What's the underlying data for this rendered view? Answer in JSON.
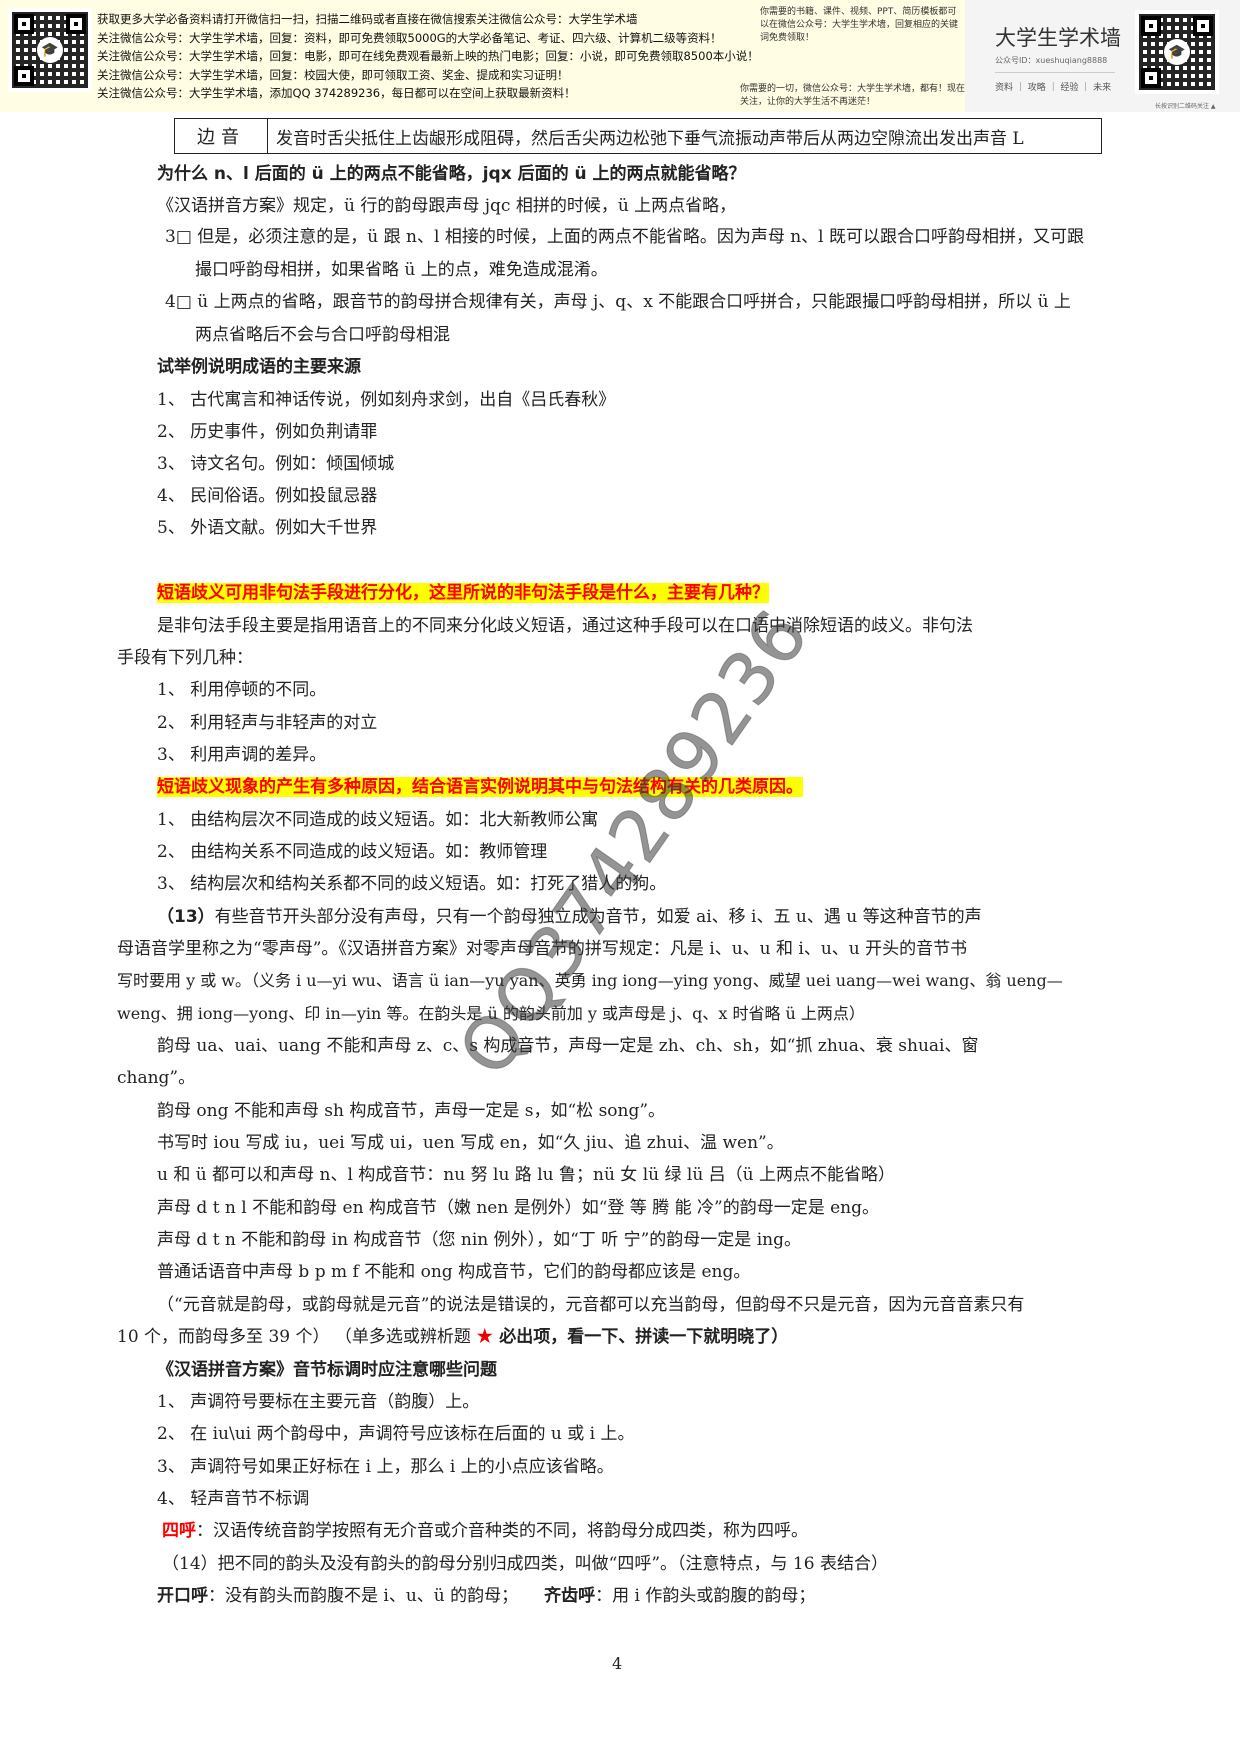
{
  "banner": {
    "lines": [
      "获取更多大学必备资料请打开微信扫一扫，扫描二维码或者直接在微信搜索关注微信公众号：大学生学术墙",
      "关注微信公众号：大学生学术墙，回复：资料，即可免费领取5000G的大学必备笔记、考证、四六级、计算机二级等资料！",
      "关注微信公众号：大学生学术墙，回复：电影，即可在线免费观看最新上映的热门电影；回复：小说，即可免费领取8500本小说！",
      "关注微信公众号：大学生学术墙，回复：校园大使，即可领取工资、奖金、提成和实习证明！",
      "关注微信公众号：大学生学术墙，添加QQ 374289236，每日都可以在空间上获取最新资料！"
    ],
    "side_top": "你需要的书籍、课件、视频、PPT、简历模板都可以在微信公众号：大学生学术墙，回复相应的关键词免费领取！",
    "side_bottom": "你需要的一切，微信公众号：大学生学术墙，都有！现在关注，让你的大学生活不再迷茫！",
    "card": {
      "title": "大学生学术墙",
      "id": "公众号ID：xueshuqiang8888",
      "links": "资料 ｜ 攻略 ｜ 经验 ｜ 未来",
      "footer": "长按识别二维码关注 ▲"
    },
    "qr_icon": "graduation-cap-icon"
  },
  "table": {
    "label": "边音",
    "description": "发音时舌尖抵住上齿龈形成阻碍，然后舌尖两边松弛下垂气流振动声带后从两边空隙流出发出声音 L"
  },
  "content": {
    "q1_title": "为什么 n、l 后面的 ü 上的两点不能省略，jqx 后面的 ü 上的两点就能省略？",
    "q1_intro": "《汉语拼音方案》规定，ü 行的韵母跟声母 jqc 相拼的时候，ü 上两点省略，",
    "q1_p3_a": "3□  但是，必须注意的是，ü 跟 n、l 相接的时候，上面的两点不能省略。因为声母 n、l 既可以跟合口呼韵母相拼，又可跟",
    "q1_p3_b": "撮口呼韵母相拼，如果省略 ü 上的点，难免造成混淆。",
    "q1_p4_a": "4□  ü 上两点的省略，跟音节的韵母拼合规律有关，声母 j、q、x 不能跟合口呼拼合，只能跟撮口呼韵母相拼，所以 ü 上",
    "q1_p4_b": "两点省略后不会与合口呼韵母相混",
    "q2_title": "试举例说明成语的主要来源",
    "q2_items": [
      "1、  古代寓言和神话传说，例如刻舟求剑，出自《吕氏春秋》",
      "2、  历史事件，例如负荆请罪",
      "3、  诗文名句。例如：倾国倾城",
      "4、  民间俗语。例如投鼠忌器",
      "5、  外语文献。例如大千世界"
    ],
    "q3_title": "短语歧义可用非句法手段进行分化，这里所说的非句法手段是什么，主要有几种？",
    "q3_p_a": "是非句法手段主要是指用语音上的不同来分化歧义短语，通过这种手段可以在口语中消除短语的歧义。非句法",
    "q3_p_b": "手段有下列几种：",
    "q3_items": [
      "1、  利用停顿的不同。",
      "2、  利用轻声与非轻声的对立",
      "3、  利用声调的差异。"
    ],
    "q4_title": "短语歧义现象的产生有多种原因，结合语言实例说明其中与句法结构有关的几类原因。",
    "q4_items": [
      "1、  由结构层次不同造成的歧义短语。如：北大新教师公寓",
      "2、  由结构关系不同造成的歧义短语。如：教师管理",
      "3、  结构层次和结构关系都不同的歧义短语。如：打死了猎人的狗。"
    ],
    "p13_num": "（13）",
    "p13_a": "有些音节开头部分没有声母，只有一个韵母独立成为音节，如爱 ai、移 i、五 u、遇 u 等这种音节的声",
    "p13_b": "母语音学里称之为“零声母”。《汉语拼音方案》对零声母音节的拼写规定：凡是 i、u、u 和 i、u、u 开头的音节书",
    "p13_c": "写时要用 y 或 w。（义务 i  u—yi  wu、语言 ü ian—yu yan、英勇 ing iong—ying yong、威望 uei uang—wei wang、翁 ueng—",
    "p13_d": "weng、拥 iong—yong、印 in—yin 等。在韵头是 ü 的韵头前加 y 或声母是 j、q、x 时省略 ü 上两点）",
    "p_ua_a": "韵母 ua、uai、uang 不能和声母 z、c、s 构成音节，声母一定是 zh、ch、sh，如“抓 zhua、衰 shuai、窗",
    "p_ua_b": "chang”。",
    "p_ong": "韵母 ong 不能和声母 sh 构成音节，声母一定是 s，如“松 song”。",
    "p_iou": "书写时 iou 写成 iu，uei 写成 ui，uen 写成 en，如“久 jiu、追 zhui、温 wen”。",
    "p_u": "u 和 ü 都可以和声母 n、l 构成音节：nu 努   lu 路   lu 鲁；nü 女   lü 绿   lü 吕（ü 上两点不能省略）",
    "p_dtnl": "声母 d  t  n  l 不能和韵母 en 构成音节（嫩 nen 是例外）如“登 等 腾 能 冷”的韵母一定是 eng。",
    "p_dtn": "声母 d  t  n  不能和韵母 in 构成音节（您 nin 例外），如“丁 听 宁”的韵母一定是 ing。",
    "p_bpmf": "普通话语音中声母  b  p  m  f  不能和 ong 构成音节，它们的韵母都应该是 eng。",
    "p_vowel_a": "（“元音就是韵母，或韵母就是元音”的说法是错误的，元音都可以充当韵母，但韵母不只是元音，因为元音音素只有",
    "p_vowel_b": "10 个，而韵母多至 39 个）  （单多选或辨析题 ",
    "p_vowel_star": "★",
    "p_vowel_c": " 必出项，看一下、拼读一下就明晓了）",
    "q5_title": "《汉语拼音方案》音节标调时应注意哪些问题",
    "q5_items": [
      "1、  声调符号要标在主要元音（韵腹）上。",
      "2、  在 iu\\ui 两个韵母中，声调符号应该标在后面的 u 或 i 上。",
      "3、  声调符号如果正好标在 i 上，那么 i 上的小点应该省略。",
      "4、  轻声音节不标调"
    ],
    "sihu_label": "四呼",
    "sihu_text": "：汉语传统音韵学按照有无介音或介音种类的不同，将韵母分成四类，称为四呼。",
    "p14": "（14）把不同的韵头及没有韵头的韵母分别归成四类，叫做“四呼”。（注意特点，与 16 表结合）",
    "kaikou_label": "开口呼",
    "kaikou_text": "：没有韵头而韵腹不是 i、u、ü 的韵母；",
    "qichi_label": "齐齿呼",
    "qichi_text": "：用 i 作韵头或韵腹的韵母；"
  },
  "watermark": "QQ374289236",
  "page_number": "4"
}
